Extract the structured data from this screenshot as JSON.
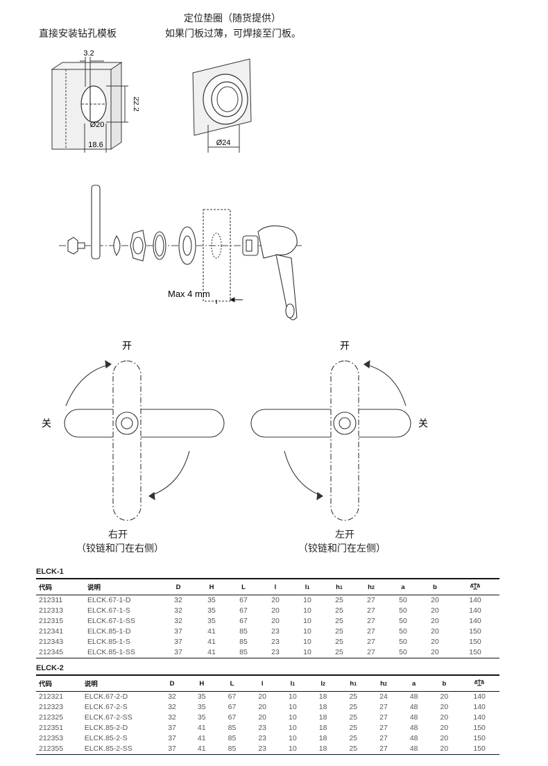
{
  "drawings": {
    "top_left_caption": "直接安装钻孔模板",
    "top_right_caption_1": "定位垫圈（随货提供）",
    "top_right_caption_2": "如果门板过薄，可焊接至门板。",
    "dim_3_2": "3.2",
    "dim_22_2": "22.2",
    "dim_d20": "Ø20",
    "dim_18_6": "18.6",
    "dim_d24": "Ø24",
    "max_thickness": "Max 4 mm",
    "left_open": "开",
    "left_close": "关",
    "left_caption_1": "右开",
    "left_caption_2": "（铰链和门在右侧）",
    "right_open": "开",
    "right_close": "关",
    "right_caption_1": "左开",
    "right_caption_2": "（铰链和门在左侧）"
  },
  "table1": {
    "title": "ELCK-1",
    "headers": [
      "代码",
      "说明",
      "D",
      "H",
      "L",
      "l",
      "l1",
      "h1",
      "h2",
      "a",
      "b",
      "weight-icon"
    ],
    "rows": [
      [
        "212311",
        "ELCK.67-1-D",
        "32",
        "35",
        "67",
        "20",
        "10",
        "25",
        "27",
        "50",
        "20",
        "140"
      ],
      [
        "212313",
        "ELCK.67-1-S",
        "32",
        "35",
        "67",
        "20",
        "10",
        "25",
        "27",
        "50",
        "20",
        "140"
      ],
      [
        "212315",
        "ELCK.67-1-SS",
        "32",
        "35",
        "67",
        "20",
        "10",
        "25",
        "27",
        "50",
        "20",
        "140"
      ],
      [
        "212341",
        "ELCK.85-1-D",
        "37",
        "41",
        "85",
        "23",
        "10",
        "25",
        "27",
        "50",
        "20",
        "150"
      ],
      [
        "212343",
        "ELCK.85-1-S",
        "37",
        "41",
        "85",
        "23",
        "10",
        "25",
        "27",
        "50",
        "20",
        "150"
      ],
      [
        "212345",
        "ELCK.85-1-SS",
        "37",
        "41",
        "85",
        "23",
        "10",
        "25",
        "27",
        "50",
        "20",
        "150"
      ]
    ]
  },
  "table2": {
    "title": "ELCK-2",
    "headers": [
      "代码",
      "说明",
      "D",
      "H",
      "L",
      "l",
      "l1",
      "l2",
      "h1",
      "h2",
      "a",
      "b",
      "weight-icon"
    ],
    "rows": [
      [
        "212321",
        "ELCK.67-2-D",
        "32",
        "35",
        "67",
        "20",
        "10",
        "18",
        "25",
        "24",
        "48",
        "20",
        "140"
      ],
      [
        "212323",
        "ELCK.67-2-S",
        "32",
        "35",
        "67",
        "20",
        "10",
        "18",
        "25",
        "27",
        "48",
        "20",
        "140"
      ],
      [
        "212325",
        "ELCK.67-2-SS",
        "32",
        "35",
        "67",
        "20",
        "10",
        "18",
        "25",
        "27",
        "48",
        "20",
        "140"
      ],
      [
        "212351",
        "ELCK.85-2-D",
        "37",
        "41",
        "85",
        "23",
        "10",
        "18",
        "25",
        "27",
        "48",
        "20",
        "150"
      ],
      [
        "212353",
        "ELCK.85-2-S",
        "37",
        "41",
        "85",
        "23",
        "10",
        "18",
        "25",
        "27",
        "48",
        "20",
        "150"
      ],
      [
        "212355",
        "ELCK.85-2-SS",
        "37",
        "41",
        "85",
        "23",
        "10",
        "18",
        "25",
        "27",
        "48",
        "20",
        "150"
      ]
    ]
  }
}
